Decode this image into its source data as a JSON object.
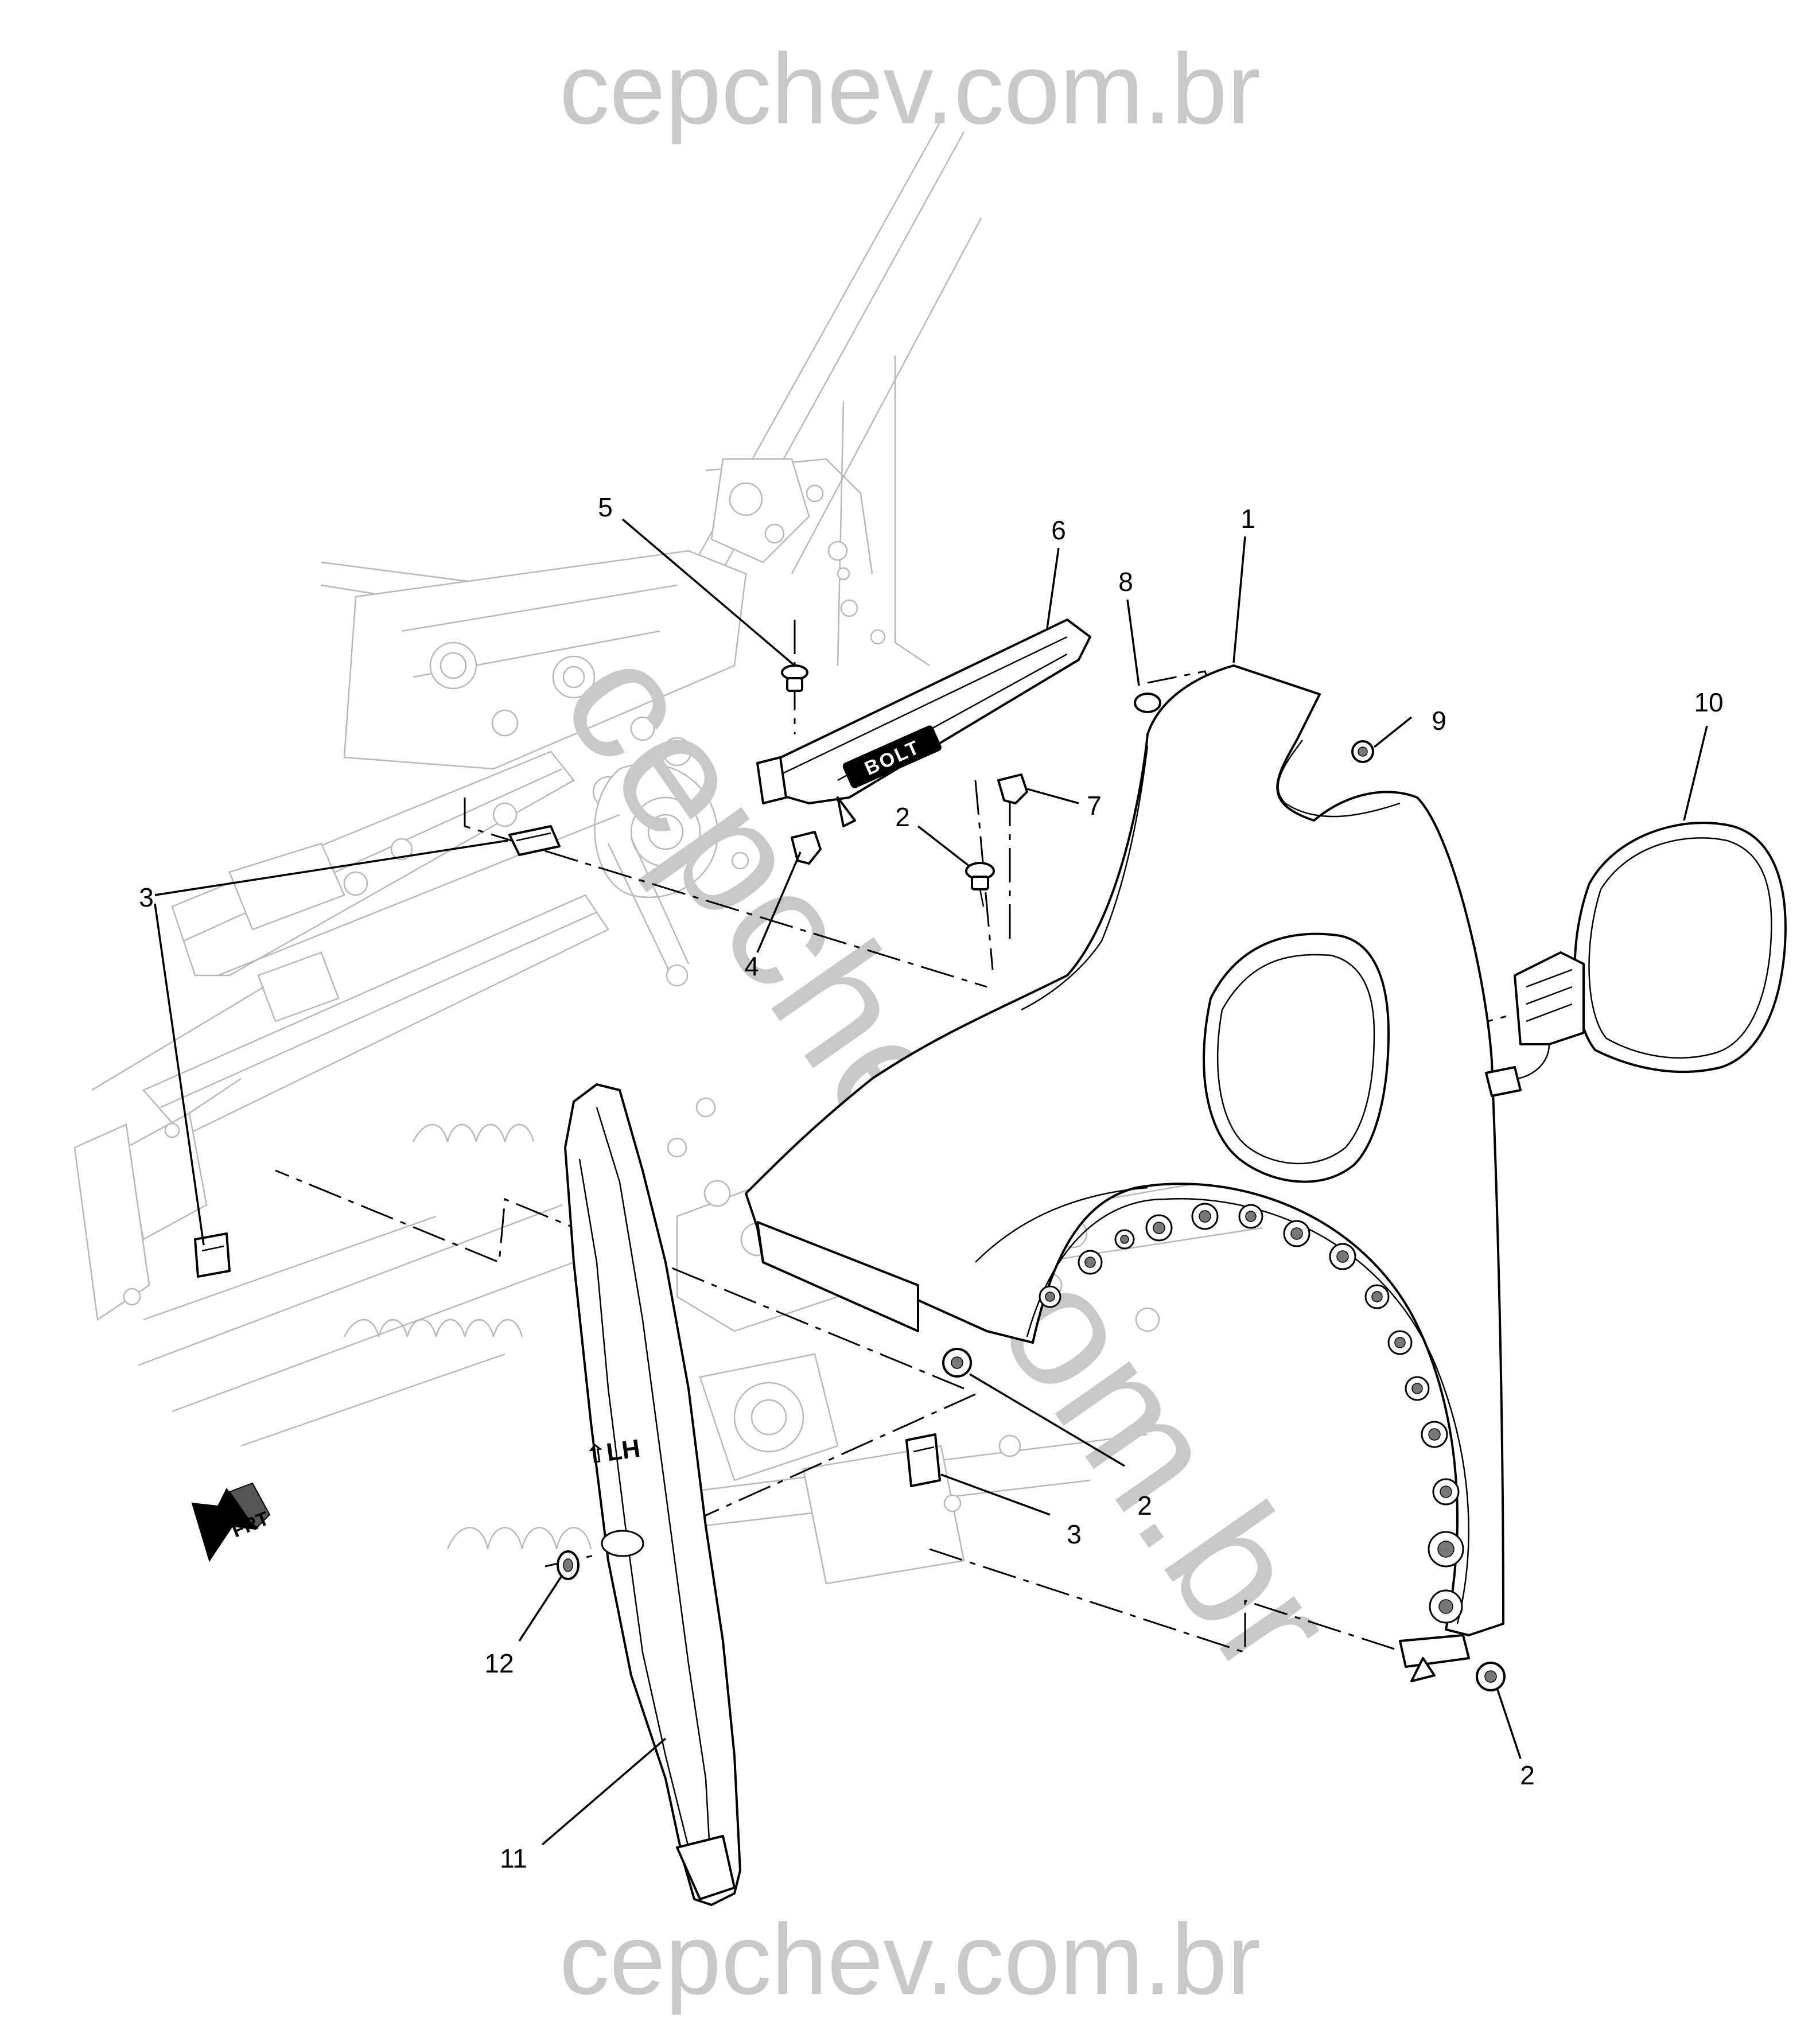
{
  "watermark": {
    "top": "cepchev.com.br",
    "bottom": "cepchev.com.br",
    "diagonal": "cepchev.com.br"
  },
  "callouts": [
    {
      "id": "c1",
      "label": "1"
    },
    {
      "id": "c2a",
      "label": "2"
    },
    {
      "id": "c2b",
      "label": "2"
    },
    {
      "id": "c2c",
      "label": "2"
    },
    {
      "id": "c3a",
      "label": "3"
    },
    {
      "id": "c3b",
      "label": "3"
    },
    {
      "id": "c4",
      "label": "4"
    },
    {
      "id": "c5",
      "label": "5"
    },
    {
      "id": "c6",
      "label": "6"
    },
    {
      "id": "c7",
      "label": "7"
    },
    {
      "id": "c8",
      "label": "8"
    },
    {
      "id": "c9",
      "label": "9"
    },
    {
      "id": "c10",
      "label": "10"
    },
    {
      "id": "c11",
      "label": "11"
    },
    {
      "id": "c12",
      "label": "12"
    }
  ],
  "part_markings": {
    "front_arrow": "FRT",
    "splash_shield": "⇧LH",
    "badge": "BOLT"
  },
  "colors": {
    "watermark": "#c8c8c8",
    "background_lines": "#b8b8b8",
    "part_lines": "#000000"
  }
}
